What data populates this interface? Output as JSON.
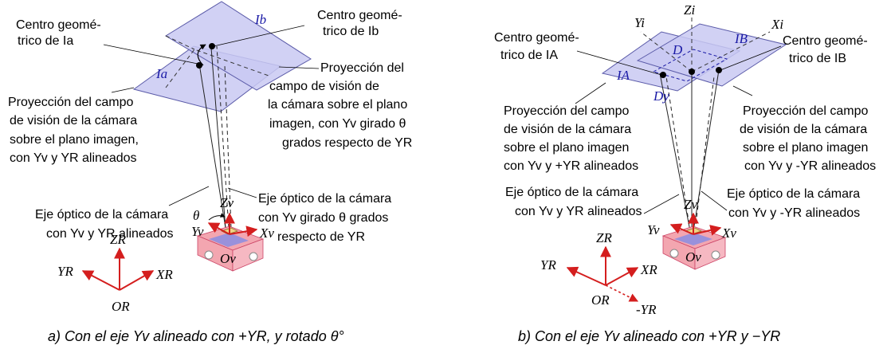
{
  "colors": {
    "plane_fill": "#c9c9f2",
    "plane_stroke": "#5a5aa8",
    "axis_red": "#d41e1e",
    "car_pink": "#f3a6b0",
    "car_blue": "#8f8fe0",
    "camera_yellow": "#f0d486",
    "label_blue": "#1a1aa6"
  },
  "panel_a": {
    "caption": "a) Con el eje Yv alineado con +YR, y rotado θ°",
    "label_center_a_line1": "Centro geomé-",
    "label_center_a_line2": "trico de Ia",
    "label_center_b_line1": "Centro geomé-",
    "label_center_b_line2": "trico de Ib",
    "label_ib": "Ib",
    "label_ia": "Ia",
    "proj_rot": [
      "Proyección del",
      "campo de visión de",
      "la cámara sobre el plano",
      "imagen, con Yv girado θ",
      "grados respecto de YR"
    ],
    "proj_aligned": [
      "Proyección del campo",
      "de visión de la cámara",
      "sobre el plano imagen,",
      "con Yv y YR alineados"
    ],
    "axis_aligned": [
      "Eje óptico de la cámara",
      "con Yv y YR alineados"
    ],
    "axis_rot": [
      "Eje óptico de la cámara",
      "con Yv girado θ grados",
      "respecto de YR"
    ],
    "vehicle_axes": {
      "z": "Zv",
      "y": "Yv",
      "x": "Xv",
      "o": "Ov",
      "theta": "θ"
    },
    "ref_axes": {
      "z": "ZR",
      "y": "YR",
      "x": "XR",
      "o": "OR"
    }
  },
  "panel_b": {
    "caption": "b) Con el eje Yv alineado con +YR y −YR",
    "label_center_a_line1": "Centro geomé-",
    "label_center_a_line2": "trico de IA",
    "label_center_b_line1": "Centro geomé-",
    "label_center_b_line2": "trico de IB",
    "label_ia": "IA",
    "label_ib": "IB",
    "label_d": "D",
    "label_dy": "Dy",
    "image_axes": {
      "z": "Zi",
      "y": "Yi",
      "x": "Xi"
    },
    "proj_pos": [
      "Proyección del campo",
      "de visión de la cámara",
      "sobre el plano imagen",
      "con Yv y +YR alineados"
    ],
    "proj_neg": [
      "Proyección del campo",
      "de visión de la cámara",
      "sobre el plano imagen",
      "con Yv y -YR alineados"
    ],
    "axis_pos": [
      "Eje óptico de la cámara",
      "con Yv y YR alineados"
    ],
    "axis_neg": [
      "Eje óptico de la cámara",
      "con Yv y -YR alineados"
    ],
    "vehicle_axes": {
      "z": "Zv",
      "y": "Yv",
      "x": "Xv",
      "o": "Ov"
    },
    "ref_axes": {
      "z": "ZR",
      "y": "YR",
      "x": "XR",
      "o": "OR",
      "neg_y": "-YR"
    }
  }
}
